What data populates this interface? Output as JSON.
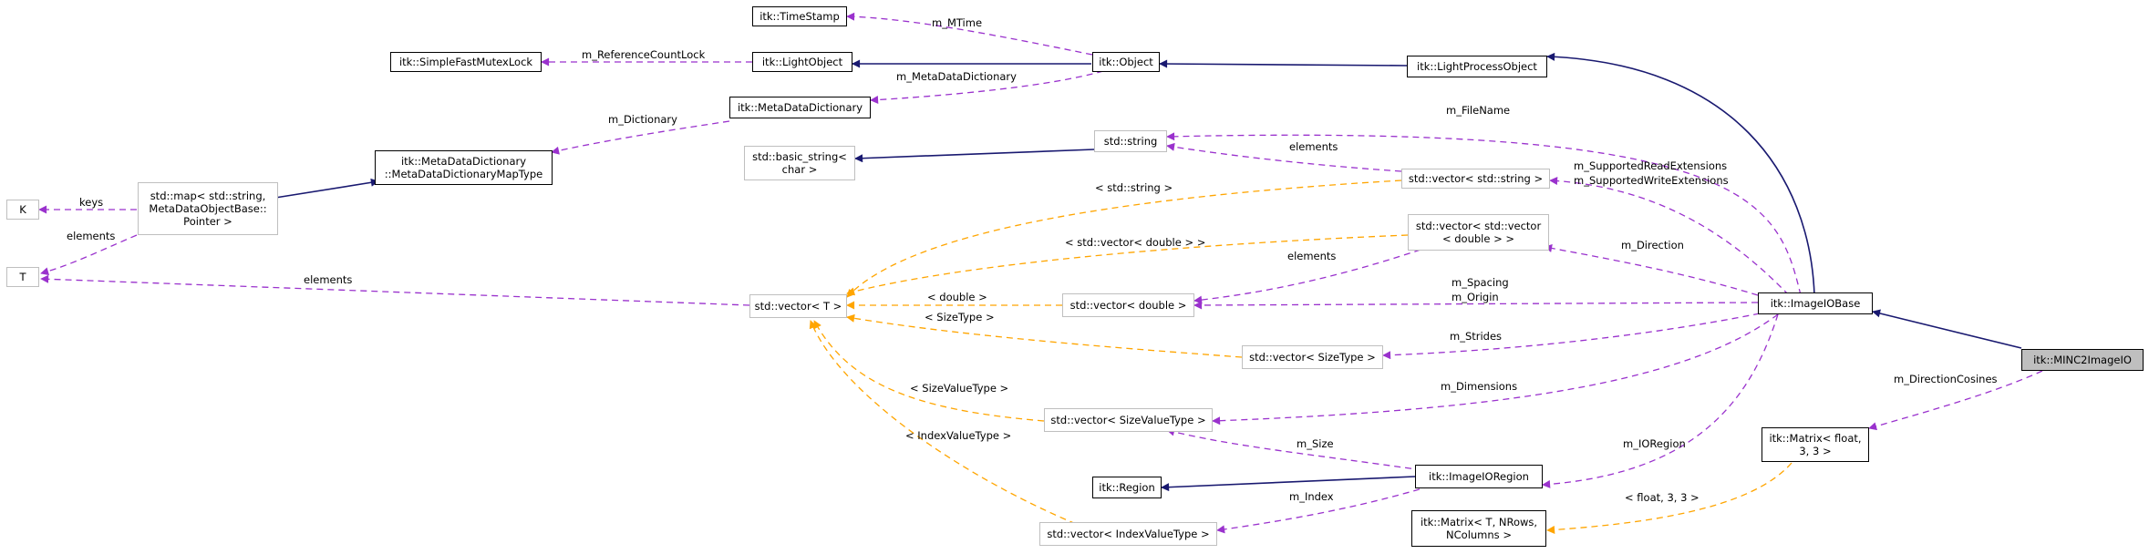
{
  "diagram": {
    "colors": {
      "inheritance": "#191970",
      "usage": "#9a32cd",
      "template": "#ffa500",
      "highlight_fill": "#bfbfbf",
      "grey_border": "#bfbfbf"
    },
    "nodes": {
      "timestamp": "itk::TimeStamp",
      "mutexlock": "itk::SimpleFastMutexLock",
      "lightobject": "itk::LightObject",
      "object": "itk::Object",
      "lightprocessobject": "itk::LightProcessObject",
      "metadatadictionary": "itk::MetaDataDictionary",
      "dictmaptype": "itk::MetaDataDictionary\n::MetaDataDictionaryMapType",
      "k": "K",
      "t": "T",
      "stdmap": "std::map< std::string,\n MetaDataObjectBase::\nPointer >",
      "basicstring": "std::basic_string<\n char >",
      "stdstring": "std::string",
      "vecstring": "std::vector< std::string >",
      "vecvecdouble": "std::vector< std::vector\n< double > >",
      "vect": "std::vector< T >",
      "vecdouble": "std::vector< double >",
      "vecsizetype": "std::vector< SizeType >",
      "vecsizevaluetype": "std::vector< SizeValueType >",
      "vecindexvaluetype": "std::vector< IndexValueType >",
      "imageiobase": "itk::ImageIOBase",
      "minc2imageio": "itk::MINC2ImageIO",
      "matrixfloat": "itk::Matrix< float,\n 3, 3 >",
      "imageioregion": "itk::ImageIORegion",
      "region": "itk::Region",
      "matrixt": "itk::Matrix< T, NRows,\n NColumns >"
    },
    "edge_labels": {
      "m_mtime": "m_MTime",
      "m_referencecountlock": "m_ReferenceCountLock",
      "m_metadatadictionary": "m_MetaDataDictionary",
      "m_dictionary": "m_Dictionary",
      "keys": "keys",
      "map_elements": "elements",
      "t_elements": "elements",
      "m_filename": "m_FileName",
      "string_elements": "elements",
      "std_string_tpl": "< std::string >",
      "m_supportedreadextensions": "m_SupportedReadExtensions",
      "m_supportedwriteextensions": "m_SupportedWriteExtensions",
      "vecdouble_tpl": "< std::vector< double > >",
      "double_elements": "elements",
      "m_direction": "m_Direction",
      "double_tpl": "< double >",
      "m_spacing": "m_Spacing",
      "m_origin": "m_Origin",
      "sizetype_tpl": "< SizeType >",
      "m_strides": "m_Strides",
      "sizevaluetype_tpl": "< SizeValueType >",
      "m_dimensions": "m_Dimensions",
      "indexvaluetype_tpl": "< IndexValueType >",
      "m_size": "m_Size",
      "m_index": "m_Index",
      "m_ioregion": "m_IORegion",
      "m_directioncosines": "m_DirectionCosines",
      "float33_tpl": "< float, 3, 3 >"
    }
  }
}
